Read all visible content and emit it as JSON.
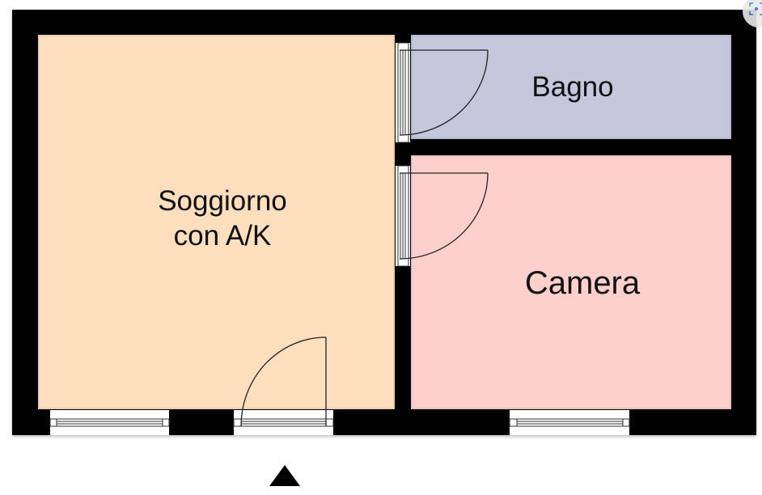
{
  "floorplan": {
    "rooms": [
      {
        "id": "soggiorno",
        "label_line1": "Soggiorno",
        "label_line2": "con A/K",
        "color": "#fddfbe"
      },
      {
        "id": "bagno",
        "label": "Bagno",
        "color": "#c5c7dc"
      },
      {
        "id": "camera",
        "label": "Camera",
        "color": "#fed0cb"
      }
    ],
    "wall_color": "#000000",
    "entrance_marker": "triangle-up",
    "expand_icon": "expand-icon"
  }
}
